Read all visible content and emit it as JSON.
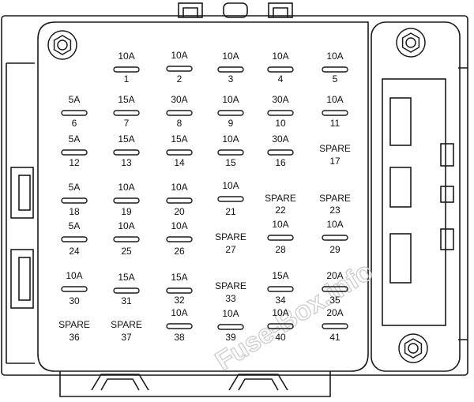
{
  "fuses": [
    {
      "number": "1",
      "rating": "10A"
    },
    {
      "number": "2",
      "rating": "10A"
    },
    {
      "number": "3",
      "rating": "10A"
    },
    {
      "number": "4",
      "rating": "10A"
    },
    {
      "number": "5",
      "rating": "10A"
    },
    {
      "number": "6",
      "rating": "5A"
    },
    {
      "number": "7",
      "rating": "15A"
    },
    {
      "number": "8",
      "rating": "30A"
    },
    {
      "number": "9",
      "rating": "10A"
    },
    {
      "number": "10",
      "rating": "30A"
    },
    {
      "number": "11",
      "rating": "10A"
    },
    {
      "number": "12",
      "rating": "5A"
    },
    {
      "number": "13",
      "rating": "15A"
    },
    {
      "number": "14",
      "rating": "15A"
    },
    {
      "number": "15",
      "rating": "10A"
    },
    {
      "number": "16",
      "rating": "30A"
    },
    {
      "number": "17",
      "rating": "SPARE"
    },
    {
      "number": "18",
      "rating": "5A"
    },
    {
      "number": "19",
      "rating": "10A"
    },
    {
      "number": "20",
      "rating": "10A"
    },
    {
      "number": "21",
      "rating": "10A"
    },
    {
      "number": "22",
      "rating": "SPARE"
    },
    {
      "number": "23",
      "rating": "SPARE"
    },
    {
      "number": "24",
      "rating": "5A"
    },
    {
      "number": "25",
      "rating": "10A"
    },
    {
      "number": "26",
      "rating": "10A"
    },
    {
      "number": "27",
      "rating": "SPARE"
    },
    {
      "number": "28",
      "rating": "10A"
    },
    {
      "number": "29",
      "rating": "10A"
    },
    {
      "number": "30",
      "rating": "10A"
    },
    {
      "number": "31",
      "rating": "15A"
    },
    {
      "number": "32",
      "rating": "15A"
    },
    {
      "number": "33",
      "rating": "SPARE"
    },
    {
      "number": "34",
      "rating": "15A"
    },
    {
      "number": "35",
      "rating": "20A"
    },
    {
      "number": "36",
      "rating": "SPARE"
    },
    {
      "number": "37",
      "rating": "SPARE"
    },
    {
      "number": "38",
      "rating": "10A"
    },
    {
      "number": "39",
      "rating": "10A"
    },
    {
      "number": "40",
      "rating": "10A"
    },
    {
      "number": "41",
      "rating": "20A"
    }
  ],
  "watermark": "Fuse-Box.info",
  "colors": {
    "line": "#1a1a1a",
    "watermark": "#cfcfcf",
    "background": "#ffffff"
  }
}
